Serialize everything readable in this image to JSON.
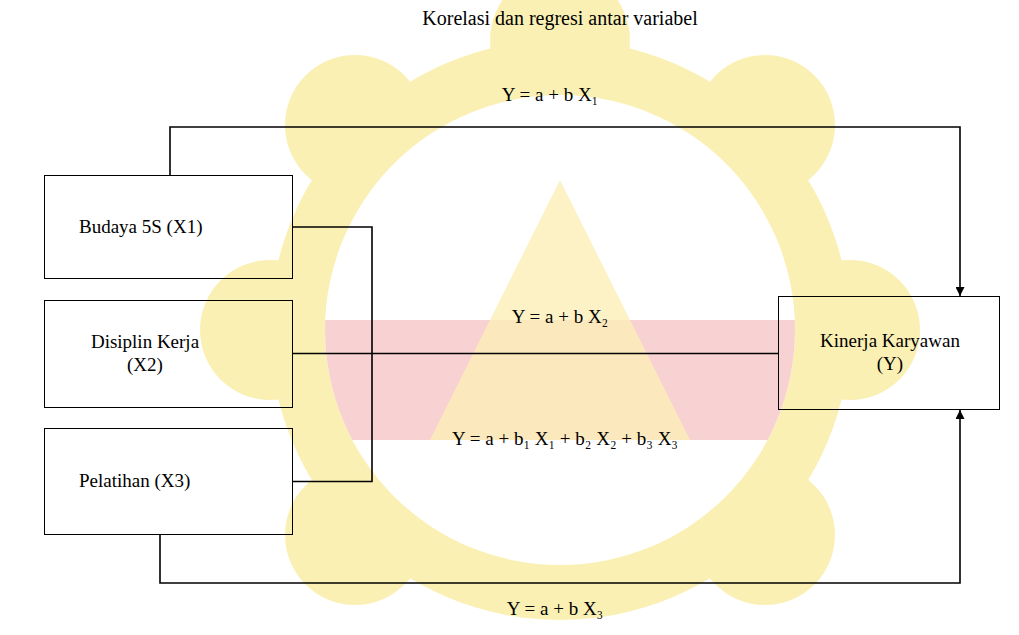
{
  "diagram": {
    "title": "Korelasi dan regresi antar variabel",
    "nodes": [
      {
        "text": [
          "Budaya 5S (X1)"
        ]
      },
      {
        "text": [
          "Disiplin Kerja (X2)"
        ]
      },
      {
        "text": [
          "Pelatihan (X3)"
        ]
      },
      {
        "text": [
          "Kinerja Karyawan (Y)"
        ]
      }
    ],
    "edges": [
      {
        "from": 0,
        "to": 3,
        "arrow": "to",
        "label": "Y = a + b X₁"
      },
      {
        "from": 1,
        "to": 3,
        "arrow": "none",
        "label": "Y = a + b X₂"
      },
      {
        "from": 2,
        "to": 3,
        "arrow": "to",
        "label": "Y = a + b X₃"
      },
      {
        "from": 0,
        "to": 2,
        "arrow": "none"
      }
    ],
    "labels": [
      "Y = a + b₁ X₁ + b₂ X₂ + b₃ X₃"
    ]
  }
}
